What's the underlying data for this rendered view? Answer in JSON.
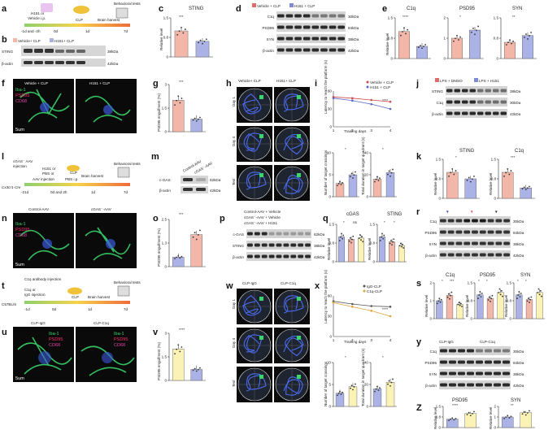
{
  "panels": {
    "a": {
      "letter": "a",
      "left": "H151 or",
      "left2": "Vehicle i.p.",
      "mid": "CLP",
      "mid2": "Brain harvest",
      "right": "Behavioral tests",
      "t0": "-1d and -2h",
      "t1": "0d",
      "t2": "1d",
      "t3": "7d"
    },
    "b": {
      "letter": "b",
      "legend1": "Vehicle+ CLP",
      "legend2": "H151+ CLP",
      "rows": [
        {
          "label": "STING",
          "kda": "38kDa"
        },
        {
          "label": "β-actin",
          "kda": "42kDa"
        }
      ]
    },
    "c": {
      "letter": "c",
      "title": "STING",
      "ylabel": "Relative level",
      "sig": "***"
    },
    "d": {
      "letter": "d",
      "legend1": "Vehicle + CLP",
      "legend2": "H151 + CLP",
      "rows": [
        {
          "label": "C1q",
          "kda": "30kDa"
        },
        {
          "label": "PSD95",
          "kda": "84kDa"
        },
        {
          "label": "SYN",
          "kda": "38kDa"
        },
        {
          "label": "β-actin",
          "kda": "42kDa"
        }
      ]
    },
    "e": {
      "letter": "e",
      "ylabel": "Relative level",
      "plots": [
        {
          "title": "C1q",
          "sig": "****"
        },
        {
          "title": "PSD95",
          "sig": "*"
        },
        {
          "title": "SYN",
          "sig": "**"
        }
      ]
    },
    "f": {
      "letter": "f",
      "left": "Vehicle + CLP",
      "right": "H151 + CLP",
      "iba": "Iba-1",
      "psd": "PSD95",
      "cd": "CD68",
      "scale": "5um"
    },
    "g": {
      "letter": "g",
      "ylabel": "PSD95 engulfment (%)",
      "sig": "***"
    },
    "h": {
      "letter": "h",
      "col1": "Vehicle+ CLP",
      "col2": "H151+ CLP",
      "rows": [
        "Day 1",
        "Day 4",
        "Test"
      ]
    },
    "i": {
      "letter": "i",
      "legend1": "Vehicle + CLP",
      "legend2": "H151 + CLP",
      "xlabel": "Training days",
      "ylabel": "Latency to reach the platform (s)",
      "xticks": [
        "1",
        "2",
        "3",
        "4"
      ],
      "sig": "****",
      "bar1_ylabel": "Number of target crossings",
      "bar2_ylabel": "Total duration in target quadrant (s)",
      "bar_sig": "*"
    },
    "j": {
      "letter": "j",
      "legend1": "LPS + DMSO",
      "legend2": "LPS + H151",
      "rows": [
        {
          "label": "STING",
          "kda": "38kDa"
        },
        {
          "label": "C1q",
          "kda": "30kDa"
        },
        {
          "label": "β-actin",
          "kda": "42kDa"
        }
      ]
    },
    "k": {
      "letter": "k",
      "ylabel": "Relative level",
      "plots": [
        {
          "title": "STING",
          "sig": "*"
        },
        {
          "title": "C1q",
          "sig": "***"
        }
      ]
    },
    "l": {
      "letter": "l",
      "left": "cGAS⁻ AAV",
      "left2": "injection",
      "or": "PBS or",
      "strain": "Cx3cr1-Cre",
      "h151": "H151 or",
      "i1": "AAV injection",
      "i2": "PBS i.p.",
      "mid": "CLP",
      "mid2": "Brain harvest",
      "right": "Behavioral tests",
      "t0": "-21d",
      "t1": "0d and 2h",
      "t2": "1d",
      "t3": "7d"
    },
    "m": {
      "letter": "m",
      "col1": "Control-AAV",
      "col2": "cGAS⁻-AAV",
      "rows": [
        {
          "label": "c-GAS",
          "kda": "62kDa"
        },
        {
          "label": "β-actin",
          "kda": "42kDa"
        }
      ]
    },
    "n": {
      "letter": "n",
      "left": "Control-AAV",
      "right": "cGAS⁻-AAV",
      "iba": "Iba-1",
      "psd": "PSD95",
      "cd": "CD68",
      "scale": "5um"
    },
    "o": {
      "letter": "o",
      "ylabel": "PSD95 engulfment (%)",
      "sig": "***"
    },
    "p": {
      "letter": "p",
      "legend1": "Control-AAV + Vehicle",
      "legend2": "cGAS⁻-AAV + Vehicle",
      "legend3": "cGAS⁻-AAV + H151",
      "rows": [
        {
          "label": "c-GAS",
          "kda": "62kDa"
        },
        {
          "label": "STING",
          "kda": "38kDa"
        },
        {
          "label": "β-actin",
          "kda": "42kDa"
        }
      ]
    },
    "q": {
      "letter": "q",
      "ylabel": "Relative level",
      "plots": [
        {
          "title": "cGAS",
          "sig": "*",
          "sig2": "ns"
        },
        {
          "title": "STING",
          "sig": "*",
          "sig2": "*"
        }
      ]
    },
    "r": {
      "letter": "r",
      "rows": [
        {
          "label": "C1q",
          "kda": "30kDa"
        },
        {
          "label": "PSD95",
          "kda": "84kDa"
        },
        {
          "label": "SYN",
          "kda": "38kDa"
        },
        {
          "label": "β-actin",
          "kda": "42kDa"
        }
      ]
    },
    "s": {
      "letter": "s",
      "ylabel": "Relative level",
      "plots": [
        {
          "title": "C1q",
          "sig": "*",
          "sig2": "***"
        },
        {
          "title": "PSD95",
          "sig": "*",
          "sig2": "*"
        },
        {
          "title": "SYN",
          "sig": "*",
          "sig2": "*"
        }
      ]
    },
    "t": {
      "letter": "t",
      "left": "C1q or",
      "left2": "IgG injection",
      "strain": "C57BL/6",
      "mid": "CLP",
      "mid2": "Brain harvest",
      "right": "Behavioral tests",
      "t0": "-1d",
      "t1": "0d",
      "t2": "1d",
      "t3": "7d",
      "title": "C1q antibody injection"
    },
    "u": {
      "letter": "u",
      "left": "CLP-IgG",
      "right": "CLP-C1q",
      "iba": "Iba-1",
      "psd": "PSD95",
      "cd": "CD68",
      "scale": "5um"
    },
    "v": {
      "letter": "v",
      "ylabel": "PSD95 engulfment (%)",
      "sig": "****"
    },
    "w": {
      "letter": "w",
      "col1": "CLP-IgG",
      "col2": "CLP-C1q",
      "rows": [
        "Day 1",
        "Day 4",
        "Test"
      ]
    },
    "x": {
      "letter": "x",
      "legend1": "IgG-CLP",
      "legend2": "C1q-CLP",
      "xlabel": "Training days",
      "ylabel": "Latency to reach the platform (s)",
      "xticks": [
        "1",
        "2",
        "3",
        "4"
      ],
      "sig": "****",
      "bar1_ylabel": "Number of target crossings",
      "bar2_ylabel": "Total duration in target quadrant (s)",
      "bar_sig": "*"
    },
    "y": {
      "letter": "y",
      "legend1": "CLP-IgG",
      "legend2": "CLP-C1q",
      "rows": [
        {
          "label": "C1q",
          "kda": "30kDa"
        },
        {
          "label": "PSD95",
          "kda": "84kDa"
        },
        {
          "label": "SYN",
          "kda": "38kDa"
        },
        {
          "label": "β-actin",
          "kda": "42kDa"
        }
      ]
    },
    "z": {
      "letter": "Z",
      "ylabel": "Relative level",
      "plots": [
        {
          "title": "PSD95",
          "sig": "****"
        },
        {
          "title": "SYN",
          "sig": "**"
        }
      ]
    }
  },
  "colors": {
    "vehicle": "#f2b7a8",
    "treated": "#aab2e6",
    "yellow": "#fbf2b6",
    "green": "#39d46a",
    "blue": "#3a56d8",
    "red": "#ff2d6e",
    "magenta": "#e245a6"
  },
  "chart_data": [
    {
      "type": "bar",
      "id": "c",
      "categories": [
        "Vehicle+ CLP",
        "H151+ CLP"
      ],
      "values": [
        1.0,
        0.6
      ],
      "ylim": [
        0,
        1.5
      ],
      "yticks": [
        0,
        0.5,
        1.0,
        1.5
      ]
    },
    {
      "type": "bar",
      "id": "e1",
      "categories": [
        "Vehicle + CLP",
        "H151 + CLP"
      ],
      "values": [
        1.0,
        0.45
      ],
      "ylim": [
        0,
        1.5
      ]
    },
    {
      "type": "bar",
      "id": "e2",
      "categories": [
        "Vehicle + CLP",
        "H151 + CLP"
      ],
      "values": [
        1.0,
        1.4
      ],
      "ylim": [
        0,
        2.0
      ]
    },
    {
      "type": "bar",
      "id": "e3",
      "categories": [
        "Vehicle + CLP",
        "H151 + CLP"
      ],
      "values": [
        0.6,
        0.85
      ],
      "ylim": [
        0,
        1.5
      ]
    },
    {
      "type": "bar",
      "id": "g",
      "categories": [
        "Vehicle + CLP",
        "H151 + CLP"
      ],
      "values": [
        2.0,
        0.8
      ],
      "ylim": [
        0,
        3
      ]
    },
    {
      "type": "line",
      "id": "i",
      "x": [
        1,
        2,
        3,
        4
      ],
      "series": [
        {
          "name": "Vehicle + CLP",
          "values": [
            50,
            48,
            45,
            42
          ]
        },
        {
          "name": "H151 + CLP",
          "values": [
            48,
            44,
            38,
            30
          ]
        }
      ],
      "ylim": [
        0,
        60
      ]
    },
    {
      "type": "bar",
      "id": "i2",
      "categories": [
        "Vehicle + CLP",
        "H151 + CLP"
      ],
      "values": [
        3,
        5
      ],
      "ylim": [
        0,
        10
      ]
    },
    {
      "type": "bar",
      "id": "i3",
      "categories": [
        "Vehicle + CLP",
        "H151 + CLP"
      ],
      "values": [
        16,
        22
      ],
      "ylim": [
        0,
        40
      ]
    },
    {
      "type": "bar",
      "id": "k1",
      "categories": [
        "LPS + DMSO",
        "LPS + H151"
      ],
      "values": [
        1.0,
        0.75
      ],
      "ylim": [
        0,
        1.5
      ]
    },
    {
      "type": "bar",
      "id": "k2",
      "categories": [
        "LPS + DMSO",
        "LPS + H151"
      ],
      "values": [
        1.0,
        0.4
      ],
      "ylim": [
        0,
        1.5
      ]
    },
    {
      "type": "bar",
      "id": "o",
      "categories": [
        "Control-AAV",
        "cGAS⁻-AAV"
      ],
      "values": [
        0.5,
        1.7
      ],
      "ylim": [
        0,
        2.5
      ]
    },
    {
      "type": "bar",
      "id": "q1",
      "categories": [
        "Control-AAV + Vehicle",
        "cGAS⁻-AAV + Vehicle",
        "cGAS⁻-AAV + H151"
      ],
      "values": [
        1.0,
        0.9,
        0.95
      ],
      "ylim": [
        0,
        1.5
      ]
    },
    {
      "type": "bar",
      "id": "q2",
      "categories": [
        "Control-AAV + Vehicle",
        "cGAS⁻-AAV + Vehicle",
        "cGAS⁻-AAV + H151"
      ],
      "values": [
        1.0,
        0.8,
        0.65
      ],
      "ylim": [
        0,
        1.5
      ]
    },
    {
      "type": "bar",
      "id": "s1",
      "categories": [
        "1",
        "2",
        "3"
      ],
      "values": [
        1.0,
        1.3,
        0.8
      ],
      "ylim": [
        0,
        2.0
      ]
    },
    {
      "type": "bar",
      "id": "s2",
      "categories": [
        "1",
        "2",
        "3"
      ],
      "values": [
        1.0,
        0.85,
        1.1
      ],
      "ylim": [
        0,
        1.5
      ]
    },
    {
      "type": "bar",
      "id": "s3",
      "categories": [
        "1",
        "2",
        "3"
      ],
      "values": [
        1.0,
        0.8,
        1.1
      ],
      "ylim": [
        0,
        1.5
      ]
    },
    {
      "type": "bar",
      "id": "v",
      "categories": [
        "CLP-IgG",
        "CLP-C1q"
      ],
      "values": [
        2.0,
        0.7
      ],
      "ylim": [
        0,
        3
      ]
    },
    {
      "type": "line",
      "id": "x",
      "x": [
        1,
        2,
        3,
        4
      ],
      "series": [
        {
          "name": "IgG-CLP",
          "values": [
            52,
            48,
            45,
            44
          ]
        },
        {
          "name": "C1q-CLP",
          "values": [
            50,
            44,
            38,
            30
          ]
        }
      ],
      "ylim": [
        0,
        60
      ]
    },
    {
      "type": "bar",
      "id": "x2",
      "categories": [
        "CLP-IgG",
        "CLP-C1q"
      ],
      "values": [
        3,
        4.5
      ],
      "ylim": [
        0,
        10
      ]
    },
    {
      "type": "bar",
      "id": "x3",
      "categories": [
        "CLP-IgG",
        "CLP-C1q"
      ],
      "values": [
        16,
        22
      ],
      "ylim": [
        0,
        40
      ]
    },
    {
      "type": "bar",
      "id": "z1",
      "categories": [
        "CLP-IgG",
        "CLP-C1q"
      ],
      "values": [
        0.6,
        1.0
      ],
      "ylim": [
        0,
        1.5
      ]
    },
    {
      "type": "bar",
      "id": "z2",
      "categories": [
        "CLP-IgG",
        "CLP-C1q"
      ],
      "values": [
        1.0,
        1.4
      ],
      "ylim": [
        0,
        2.0
      ]
    }
  ]
}
